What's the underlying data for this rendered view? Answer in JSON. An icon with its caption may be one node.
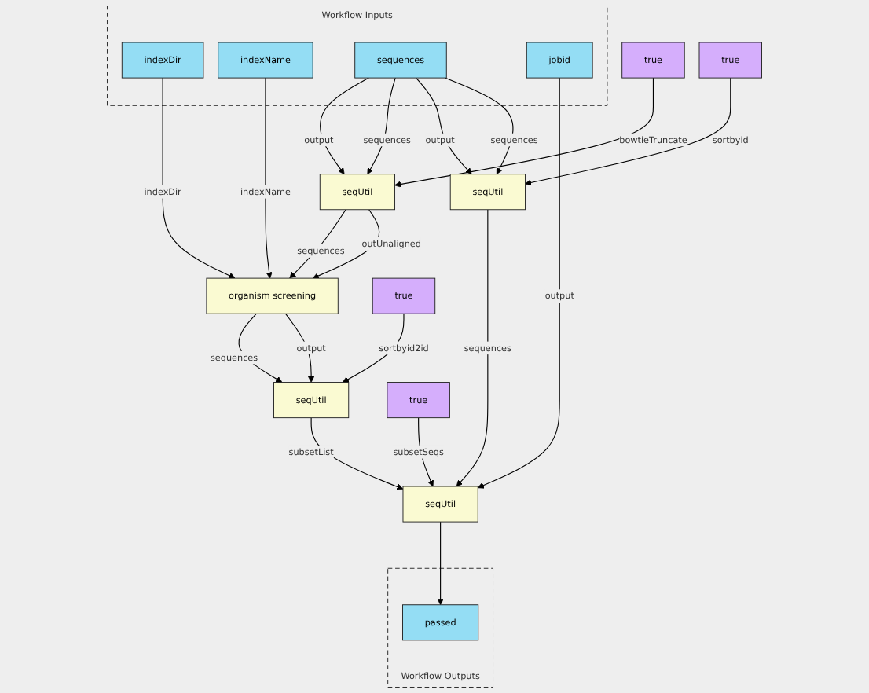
{
  "diagram": {
    "nodes": [
      {
        "text": [
          "Workflow Inputs"
        ]
      },
      {
        "text": [
          "indexDir"
        ],
        "in": 0
      },
      {
        "text": [
          "indexName"
        ],
        "in": 0
      },
      {
        "text": [
          "sequences"
        ],
        "in": 0
      },
      {
        "text": [
          "jobid"
        ],
        "in": 0
      },
      {
        "text": [
          "true"
        ]
      },
      {
        "text": [
          "true"
        ]
      },
      {
        "text": [
          "seqUtil"
        ]
      },
      {
        "text": [
          "seqUtil"
        ]
      },
      {
        "text": [
          "organism screening"
        ]
      },
      {
        "text": [
          "true"
        ]
      },
      {
        "text": [
          "seqUtil"
        ]
      },
      {
        "text": [
          "true"
        ]
      },
      {
        "text": [
          "seqUtil"
        ]
      },
      {
        "text": [
          "Workflow Outputs"
        ]
      },
      {
        "text": [
          "passed"
        ],
        "in": 14
      }
    ],
    "edges": [
      {
        "from": 5,
        "to": 7,
        "arrow": "to",
        "label": "bowtieTruncate"
      },
      {
        "from": 3,
        "to": 7,
        "arrow": "to",
        "label": "output"
      },
      {
        "from": 3,
        "to": 7,
        "arrow": "to",
        "label": "sequences"
      },
      {
        "from": 3,
        "to": 8,
        "arrow": "to",
        "label": "output"
      },
      {
        "from": 3,
        "to": 8,
        "arrow": "to",
        "label": "sequences"
      },
      {
        "from": 6,
        "to": 8,
        "arrow": "to",
        "label": "sortbyid"
      },
      {
        "from": 1,
        "to": 9,
        "arrow": "to",
        "label": "indexDir"
      },
      {
        "from": 2,
        "to": 9,
        "arrow": "to",
        "label": "indexName"
      },
      {
        "from": 7,
        "to": 9,
        "arrow": "to",
        "label": "sequences"
      },
      {
        "from": 7,
        "to": 9,
        "arrow": "to",
        "label": "outUnaligned"
      },
      {
        "from": 10,
        "to": 11,
        "arrow": "to",
        "label": "sortbyid2id"
      },
      {
        "from": 9,
        "to": 11,
        "arrow": "to",
        "label": "sequences"
      },
      {
        "from": 9,
        "to": 11,
        "arrow": "to",
        "label": "output"
      },
      {
        "from": 4,
        "to": 13,
        "arrow": "to",
        "label": "output"
      },
      {
        "from": 8,
        "to": 13,
        "arrow": "to",
        "label": "sequences"
      },
      {
        "from": 11,
        "to": 13,
        "arrow": "to",
        "label": "subsetList"
      },
      {
        "from": 12,
        "to": 13,
        "arrow": "to",
        "label": "subsetSeqs"
      },
      {
        "from": 13,
        "to": 15,
        "arrow": "to"
      }
    ]
  }
}
